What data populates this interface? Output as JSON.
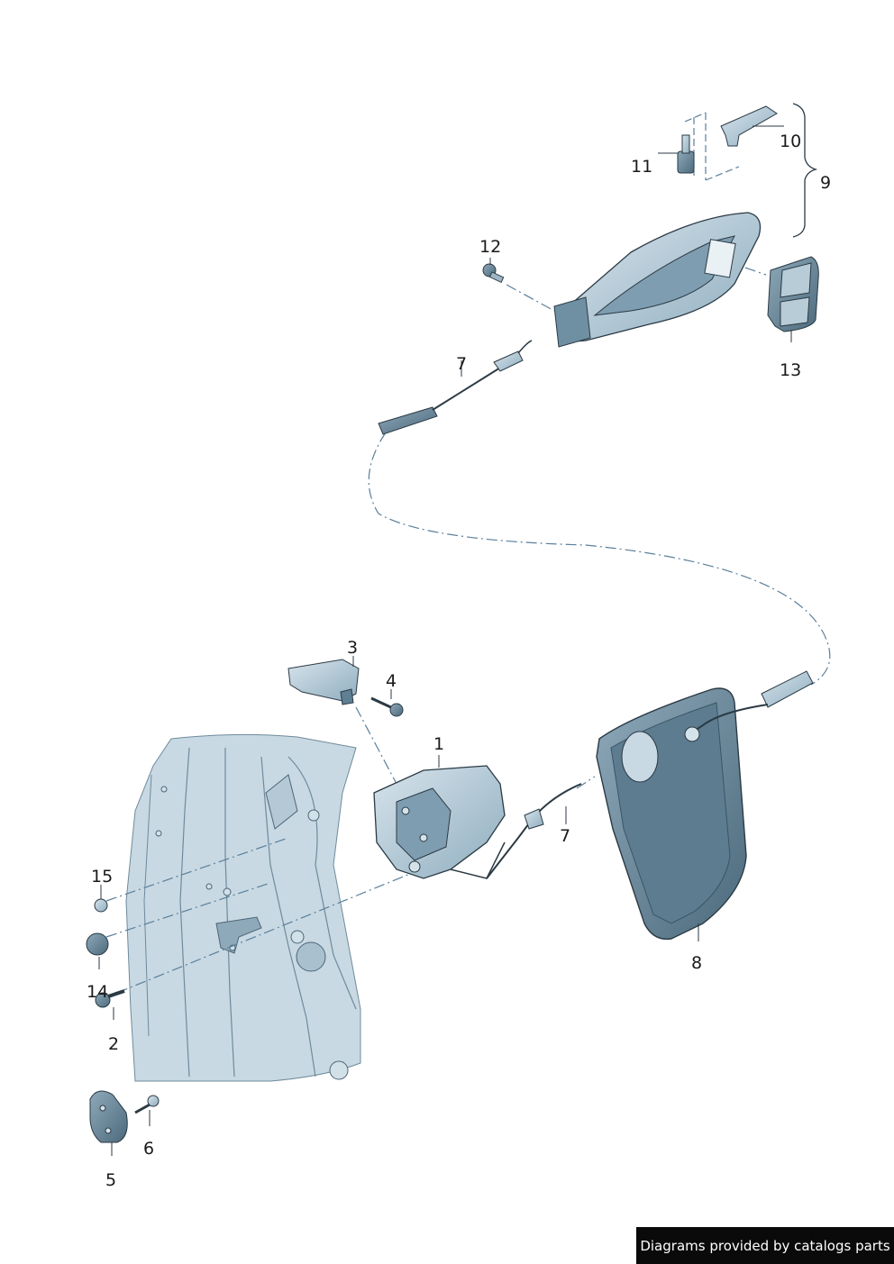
{
  "callouts": {
    "n1": "1",
    "n2": "2",
    "n3": "3",
    "n4": "4",
    "n5": "5",
    "n6": "6",
    "n7a": "7",
    "n7b": "7",
    "n8": "8",
    "n9": "9",
    "n10": "10",
    "n11": "11",
    "n12": "12",
    "n13": "13",
    "n14": "14",
    "n15": "15"
  },
  "credit": "Diagrams provided by catalogs parts",
  "colors": {
    "part_fill": "#b7cdd9",
    "part_dark": "#5f7f92",
    "outline": "#2b3a44",
    "leader_dash": "#5a7f9a"
  }
}
